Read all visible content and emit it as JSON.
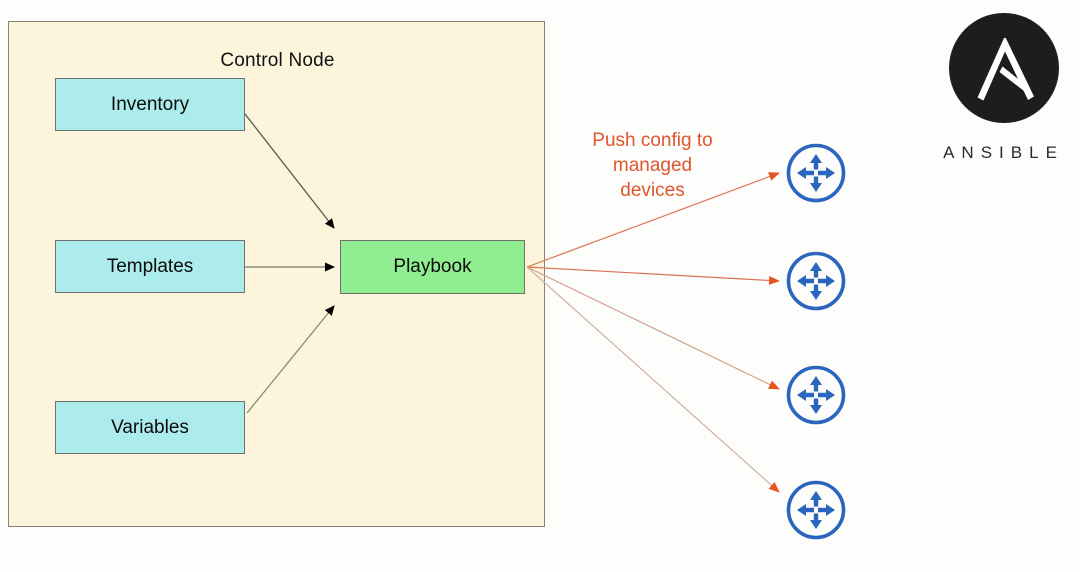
{
  "diagram": {
    "title": "Ansible Control Node architecture",
    "background_color": "#fdfdfb"
  },
  "control_node": {
    "label": "Control Node",
    "fill_color": "#fcf5dc",
    "border_color": "#8a8374",
    "inputs": [
      {
        "id": "inventory",
        "label": "Inventory",
        "fill_color": "#acecec"
      },
      {
        "id": "templates",
        "label": "Templates",
        "fill_color": "#acecec"
      },
      {
        "id": "variables",
        "label": "Variables",
        "fill_color": "#acecec"
      }
    ],
    "playbook": {
      "id": "playbook",
      "label": "Playbook",
      "fill_color": "#90ee90"
    }
  },
  "push": {
    "label_line_1": "Push config to",
    "label_line_2": "managed",
    "label_line_3": "devices",
    "label_color": "#e0562c",
    "arrow_color": "#e0562c",
    "arrow_count": 4
  },
  "managed_devices": [
    {
      "id": "router-1",
      "icon": "router-icon",
      "color": "#2a66bd"
    },
    {
      "id": "router-2",
      "icon": "router-icon",
      "color": "#2a66bd"
    },
    {
      "id": "router-3",
      "icon": "router-icon",
      "color": "#2a66bd"
    },
    {
      "id": "router-4",
      "icon": "router-icon",
      "color": "#2a66bd"
    }
  ],
  "brand": {
    "logo_icon": "ansible-logo-icon",
    "wordmark": "ANSIBLE",
    "logo_color": "#1d1d1d"
  }
}
